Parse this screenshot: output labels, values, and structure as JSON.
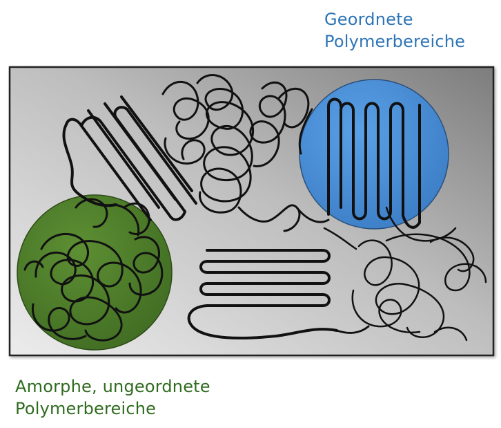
{
  "labels": {
    "ordered": {
      "line1": "Geordnete",
      "line2": "Polymerbereiche",
      "color": "#2e75b6"
    },
    "amorphous": {
      "line1": "Amorphe, ungeordnete",
      "line2": "Polymerbereiche",
      "color": "#2f6b1f"
    }
  },
  "colors": {
    "panel_light": "#e6e6e6",
    "panel_dark": "#8a8a8a",
    "panel_border": "#222222",
    "chain": "#111111",
    "ordered_region": "#4a90d9",
    "amorphous_region": "#4f7f2a"
  }
}
